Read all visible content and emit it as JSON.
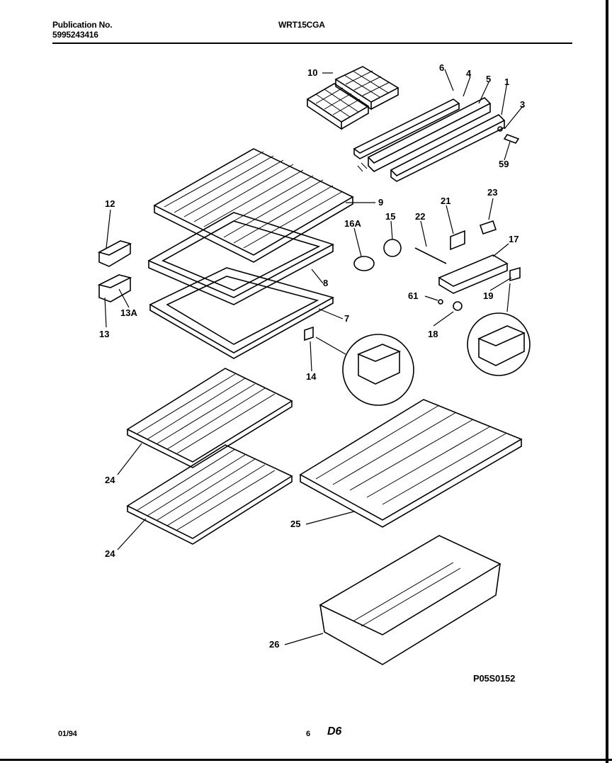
{
  "header": {
    "publication_label": "Publication No.",
    "publication_number": "5995243416",
    "model": "WRT15CGA"
  },
  "footer": {
    "date": "01/94",
    "page": "6",
    "section": "D6",
    "diagram_code": "P05S0152"
  },
  "parts": {
    "p1": "1",
    "p3": "3",
    "p4": "4",
    "p5": "5",
    "p6": "6",
    "p7": "7",
    "p8": "8",
    "p9": "9",
    "p10": "10",
    "p12": "12",
    "p13": "13",
    "p13a": "13A",
    "p14": "14",
    "p15": "15",
    "p16a": "16A",
    "p17": "17",
    "p18": "18",
    "p19": "19",
    "p21": "21",
    "p22": "22",
    "p23": "23",
    "p24a": "24",
    "p24b": "24",
    "p25": "25",
    "p26": "26",
    "p59": "59",
    "p61": "61"
  }
}
